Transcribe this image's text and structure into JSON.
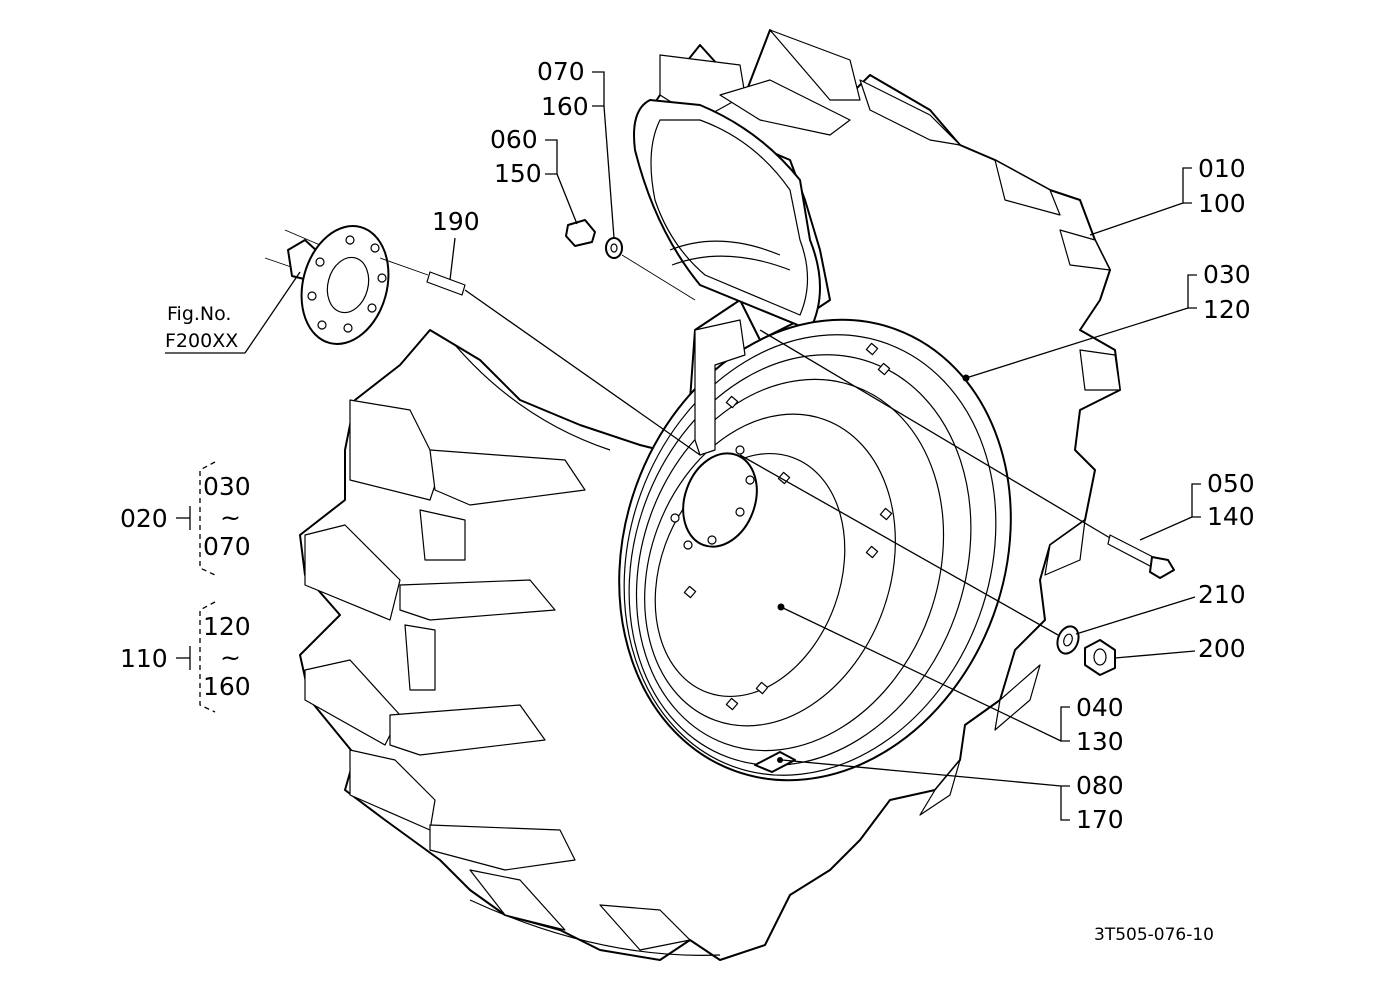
{
  "figure_ref": {
    "line1": "Fig.No.",
    "line2": "F200XX"
  },
  "drawing_code": "3T505-076-10",
  "callouts": {
    "c190": "190",
    "c070": "070",
    "c160": "160",
    "c060": "060",
    "c150": "150",
    "c010": "010",
    "c100": "100",
    "c030": "030",
    "c120": "120",
    "c050": "050",
    "c140": "140",
    "c210": "210",
    "c200": "200",
    "c040": "040",
    "c130": "130",
    "c080": "080",
    "c170": "170"
  },
  "groups": {
    "g020": {
      "label": "020",
      "from": "030",
      "tilde": "~",
      "to": "070"
    },
    "g110": {
      "label": "110",
      "from": "120",
      "tilde": "~",
      "to": "160"
    }
  }
}
